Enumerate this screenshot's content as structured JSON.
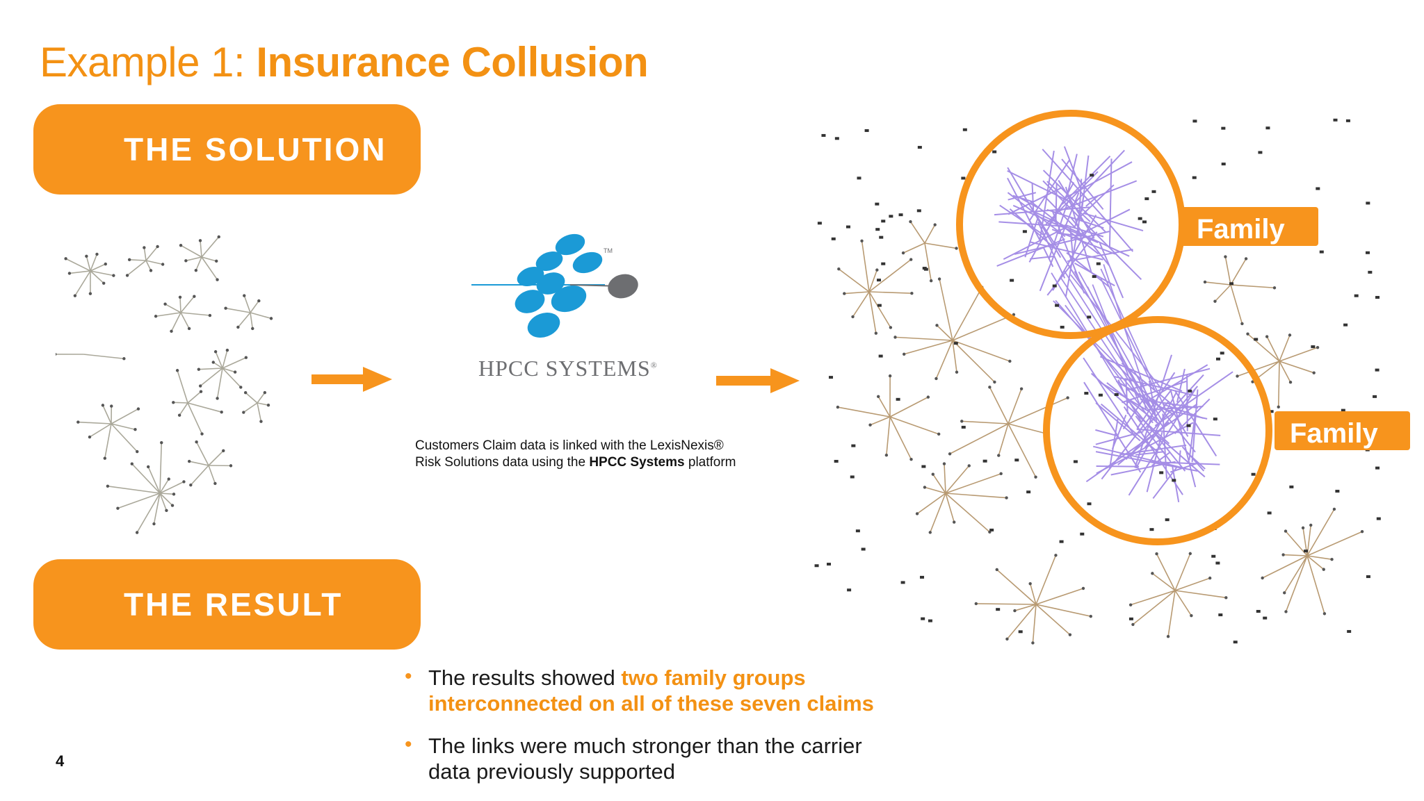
{
  "title": {
    "prefix": "Example 1: ",
    "emphasis": "Insurance Collusion"
  },
  "solution": {
    "label": "THE SOLUTION"
  },
  "result": {
    "label": "THE RESULT"
  },
  "logo": {
    "name": "HPCC SYSTEMS",
    "reg": "®",
    "tm": "TM"
  },
  "caption": {
    "line1": "Customers Claim data is linked with the LexisNexis®",
    "line2_prefix": "Risk Solutions data using the ",
    "line2_bold": "HPCC Systems",
    "line2_suffix": " platform"
  },
  "results": [
    {
      "text": "The results showed ",
      "highlight": "two family groups",
      "line2_highlight": "interconnected on all of these seven claims"
    },
    {
      "line1": "The links were much stronger than the carrier",
      "line2": "data previously supported"
    }
  ],
  "family_labels": [
    "Family",
    "Family"
  ],
  "page_number": "4",
  "colors": {
    "accent": "#f7941d",
    "title": "#f39113",
    "logo_blue": "#1b9ad6",
    "logo_grey": "#6d6e71",
    "edge_tan": "#b89a72",
    "edge_purple": "#a58ee6"
  }
}
